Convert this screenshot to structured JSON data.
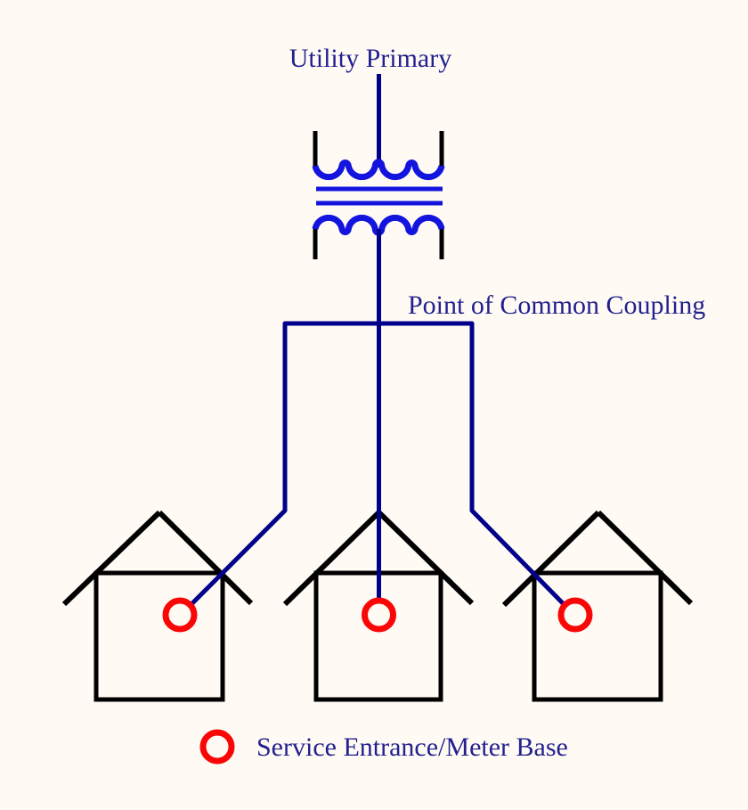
{
  "title": {
    "text": "Utility Primary"
  },
  "pcc": {
    "text": "Point of Common Coupling"
  },
  "legend": {
    "label": "Service Entrance/Meter Base",
    "symbol": "red-circle"
  },
  "colors": {
    "background": "#FFFBF4",
    "text_navy": "#22218F",
    "wire_navy": "#00008B",
    "coil_blue": "#1414DF",
    "meter_red": "#FA0606",
    "structure_black": "#000000"
  },
  "diagram": {
    "house_count": 3
  }
}
